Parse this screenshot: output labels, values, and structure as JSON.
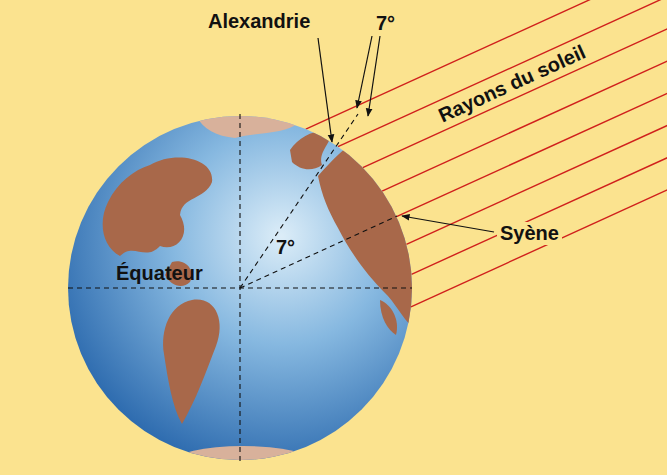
{
  "diagram": {
    "labels": [
      "Alexandrie",
      "7°",
      "Rayons du soleil",
      "7°",
      "Syène",
      "Équateur"
    ]
  }
}
